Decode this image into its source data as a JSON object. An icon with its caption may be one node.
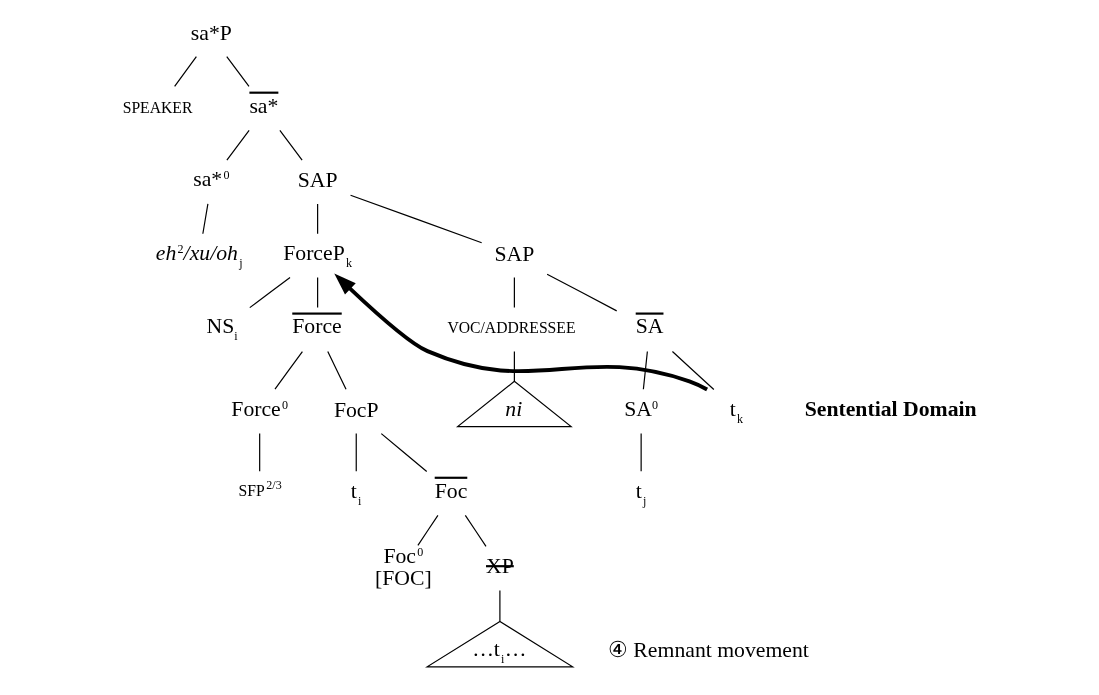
{
  "diagram": {
    "nodes": [
      {
        "text": [
          "sa*P"
        ]
      },
      {
        "text": [
          "SPEAKER"
        ]
      },
      {
        "text": [
          "sa*"
        ]
      },
      {
        "text": [
          "sa*$^{0}$"
        ]
      },
      {
        "text": [
          "SAP"
        ]
      },
      {
        "text": [
          "*eh*$^{2}$*/xu/oh*$_{j}$"
        ]
      },
      {
        "text": [
          "ForceP$_{k}$"
        ]
      },
      {
        "text": [
          "SAP"
        ]
      },
      {
        "text": [
          "NS$_{i}$"
        ]
      },
      {
        "text": [
          "Force"
        ]
      },
      {
        "text": [
          "VOC/ADDRESSEE"
        ]
      },
      {
        "text": [
          "SA"
        ]
      },
      {
        "text": [
          "*ni*"
        ]
      },
      {
        "text": [
          "Force$^{0}$"
        ]
      },
      {
        "text": [
          "FocP"
        ]
      },
      {
        "text": [
          "SA$^{0}$"
        ]
      },
      {
        "text": [
          "t$_{k}$"
        ]
      },
      {
        "text": [
          "SFP$^{2/3}$"
        ]
      },
      {
        "text": [
          "t$_{i}$"
        ]
      },
      {
        "text": [
          "Foc"
        ]
      },
      {
        "text": [
          "t$_{j}$"
        ]
      },
      {
        "text": [
          "Foc$^{0}$",
          "[FOC]"
        ]
      },
      {
        "text": [
          "XP"
        ]
      },
      {
        "text": [
          "…t$_{i}$…"
        ]
      }
    ],
    "edges": [
      {
        "from": 0,
        "to": 1,
        "arrow": "none"
      },
      {
        "from": 0,
        "to": 2,
        "arrow": "none"
      },
      {
        "from": 2,
        "to": 3,
        "arrow": "none"
      },
      {
        "from": 2,
        "to": 4,
        "arrow": "none"
      },
      {
        "from": 3,
        "to": 5,
        "arrow": "none"
      },
      {
        "from": 4,
        "to": 6,
        "arrow": "none"
      },
      {
        "from": 4,
        "to": 7,
        "arrow": "none"
      },
      {
        "from": 6,
        "to": 8,
        "arrow": "none"
      },
      {
        "from": 6,
        "to": 9,
        "arrow": "none"
      },
      {
        "from": 7,
        "to": 10,
        "arrow": "none"
      },
      {
        "from": 7,
        "to": 11,
        "arrow": "none"
      },
      {
        "from": 10,
        "to": 12,
        "arrow": "none"
      },
      {
        "from": 9,
        "to": 13,
        "arrow": "none"
      },
      {
        "from": 9,
        "to": 14,
        "arrow": "none"
      },
      {
        "from": 11,
        "to": 15,
        "arrow": "none"
      },
      {
        "from": 11,
        "to": 16,
        "arrow": "none"
      },
      {
        "from": 13,
        "to": 17,
        "arrow": "none"
      },
      {
        "from": 14,
        "to": 18,
        "arrow": "none"
      },
      {
        "from": 14,
        "to": 19,
        "arrow": "none"
      },
      {
        "from": 15,
        "to": 20,
        "arrow": "none"
      },
      {
        "from": 19,
        "to": 21,
        "arrow": "none"
      },
      {
        "from": 19,
        "to": 22,
        "arrow": "none"
      },
      {
        "from": 22,
        "to": 23,
        "arrow": "none"
      },
      {
        "from": 16,
        "to": 6,
        "arrow": "to",
        "style": "thick"
      }
    ],
    "labels": [
      "Sentential Domain",
      "④ Remnant movement"
    ]
  }
}
